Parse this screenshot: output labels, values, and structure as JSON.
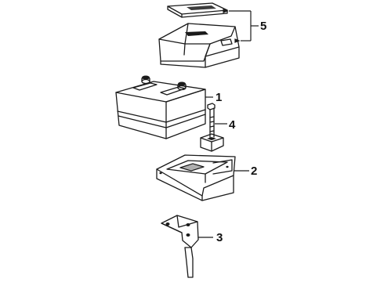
{
  "callouts": {
    "c1": "1",
    "c2": "2",
    "c3": "3",
    "c4": "4",
    "c5": "5"
  },
  "parts": [
    {
      "callout": "1",
      "icon": "battery-icon"
    },
    {
      "callout": "2",
      "icon": "battery-tray-icon"
    },
    {
      "callout": "3",
      "icon": "tray-support-bracket-icon"
    },
    {
      "callout": "4",
      "icon": "hold-down-clamp-bolt-icon"
    },
    {
      "callout": "5",
      "icon": "battery-cover-icon"
    }
  ],
  "colors": {
    "line": "#1a1a1a",
    "background": "#ffffff"
  }
}
